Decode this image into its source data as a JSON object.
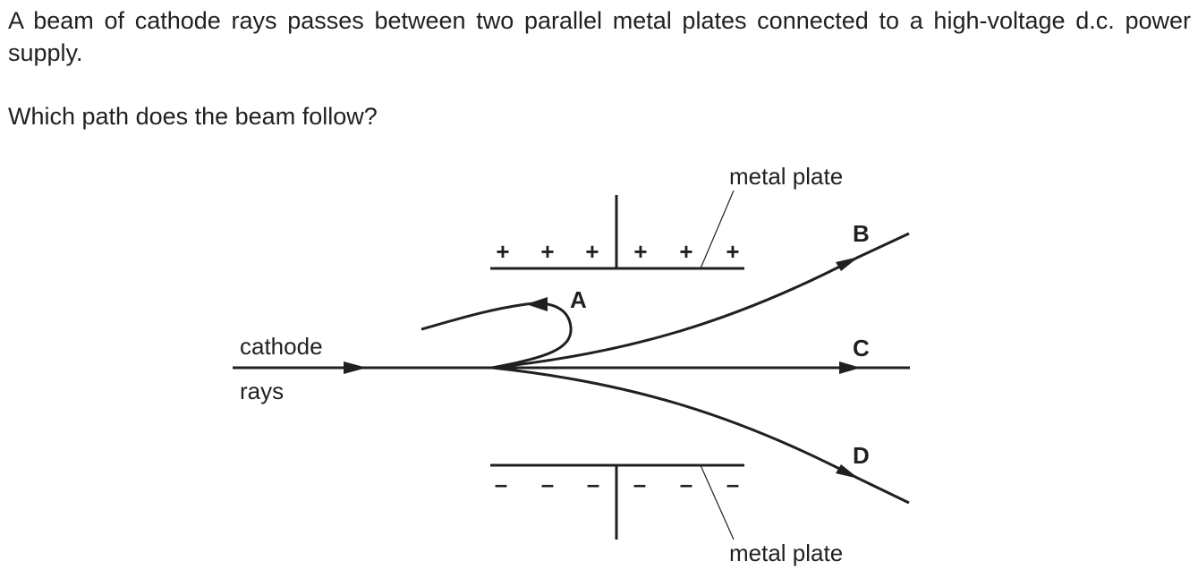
{
  "question": {
    "line1": "A beam of cathode rays passes between two parallel metal plates connected to a high-voltage d.c. power supply.",
    "line2": "Which path does the beam follow?"
  },
  "diagram": {
    "top_plate_label": "metal plate",
    "bottom_plate_label": "metal plate",
    "beam_label_1": "cathode",
    "beam_label_2": "rays",
    "top_plate_sign": "+",
    "bottom_plate_sign": "–",
    "paths": [
      "A",
      "B",
      "C",
      "D"
    ]
  }
}
